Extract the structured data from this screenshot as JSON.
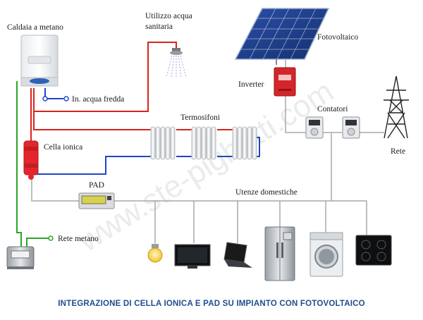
{
  "labels": {
    "boiler": "Caldaia a metano",
    "hot_water": "Utilizzo acqua",
    "hot_water_2": "sanitaria",
    "cold_water": "In. acqua fredda",
    "radiators": "Termosifoni",
    "ion_cell": "Cella  ionica",
    "pad": "PAD",
    "gas_net": "Rete metano",
    "pv": "Fotovoltaico",
    "inverter": "Inverter",
    "meters": "Contatori",
    "grid": "Rete",
    "home_loads": "Utenze domestiche"
  },
  "caption": "INTEGRAZIONE DI CELLA IONICA E PAD SU IMPIANTO CON FOTOVOLTAICO",
  "watermark": "www.ste-pighotti.com",
  "colors": {
    "hot_pipe": "#d9241c",
    "cold_pipe": "#1c46c8",
    "gas_pipe": "#2aa52a",
    "electric": "#a8a8a8",
    "caption": "#1f4e8c"
  },
  "icons": [
    "boiler-icon",
    "shower-icon",
    "radiator-icon",
    "ion-cell-icon",
    "pad-controller-icon",
    "gas-meter-icon",
    "solar-panel-icon",
    "inverter-icon",
    "energy-meter-icon",
    "pylon-icon",
    "light-bulb-icon",
    "tv-icon",
    "laptop-icon",
    "refrigerator-icon",
    "washing-machine-icon",
    "cooktop-icon"
  ]
}
